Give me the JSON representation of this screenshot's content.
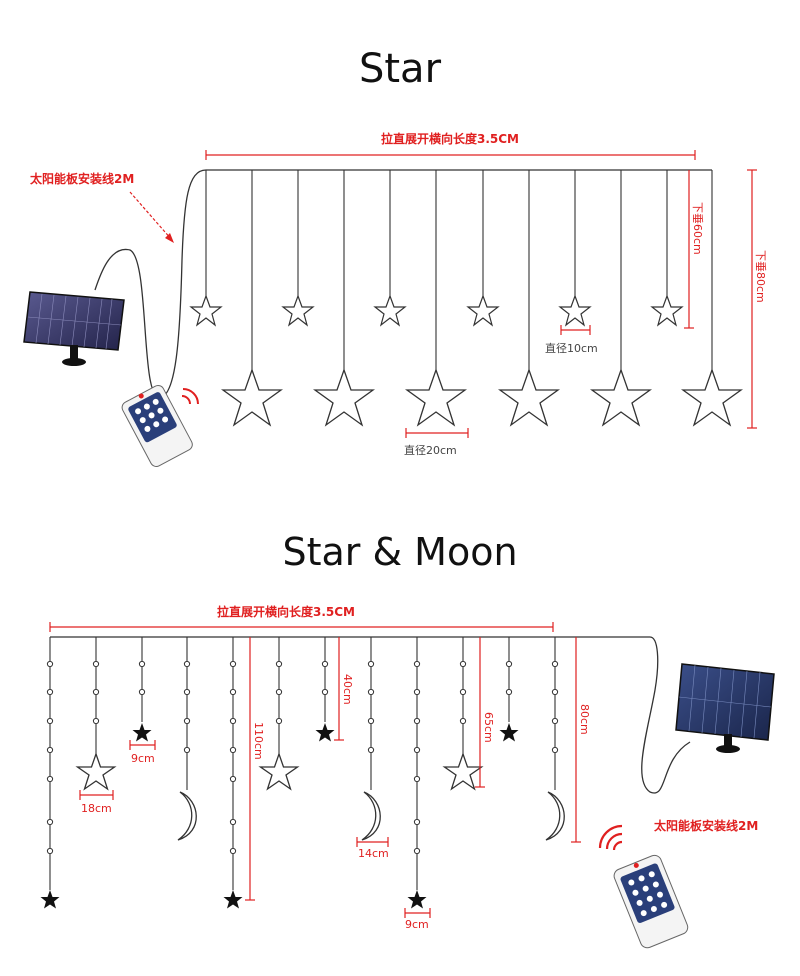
{
  "sections": {
    "star": {
      "title": "Star",
      "width_label": "拉直展开横向长度3.5CM",
      "cable_label": "太阳能板安装线2M",
      "drop_short_label": "下垂60cm",
      "drop_long_label": "下垂80cm",
      "small_star_label": "直径10cm",
      "big_star_label": "直径20cm"
    },
    "star_moon": {
      "title": "Star & Moon",
      "width_label": "拉直展开横向长度3.5CM",
      "cable_label": "太阳能板安装线2M",
      "label_9cm_a": "9cm",
      "label_18cm": "18cm",
      "label_110cm": "110cm",
      "label_40cm": "40cm",
      "label_14cm": "14cm",
      "label_9cm_b": "9cm",
      "label_65cm": "65cm",
      "label_80cm": "80cm"
    }
  },
  "colors": {
    "dimension_red": "#e02020",
    "wire": "#333333",
    "solar_panel": "#3a3a6a"
  }
}
